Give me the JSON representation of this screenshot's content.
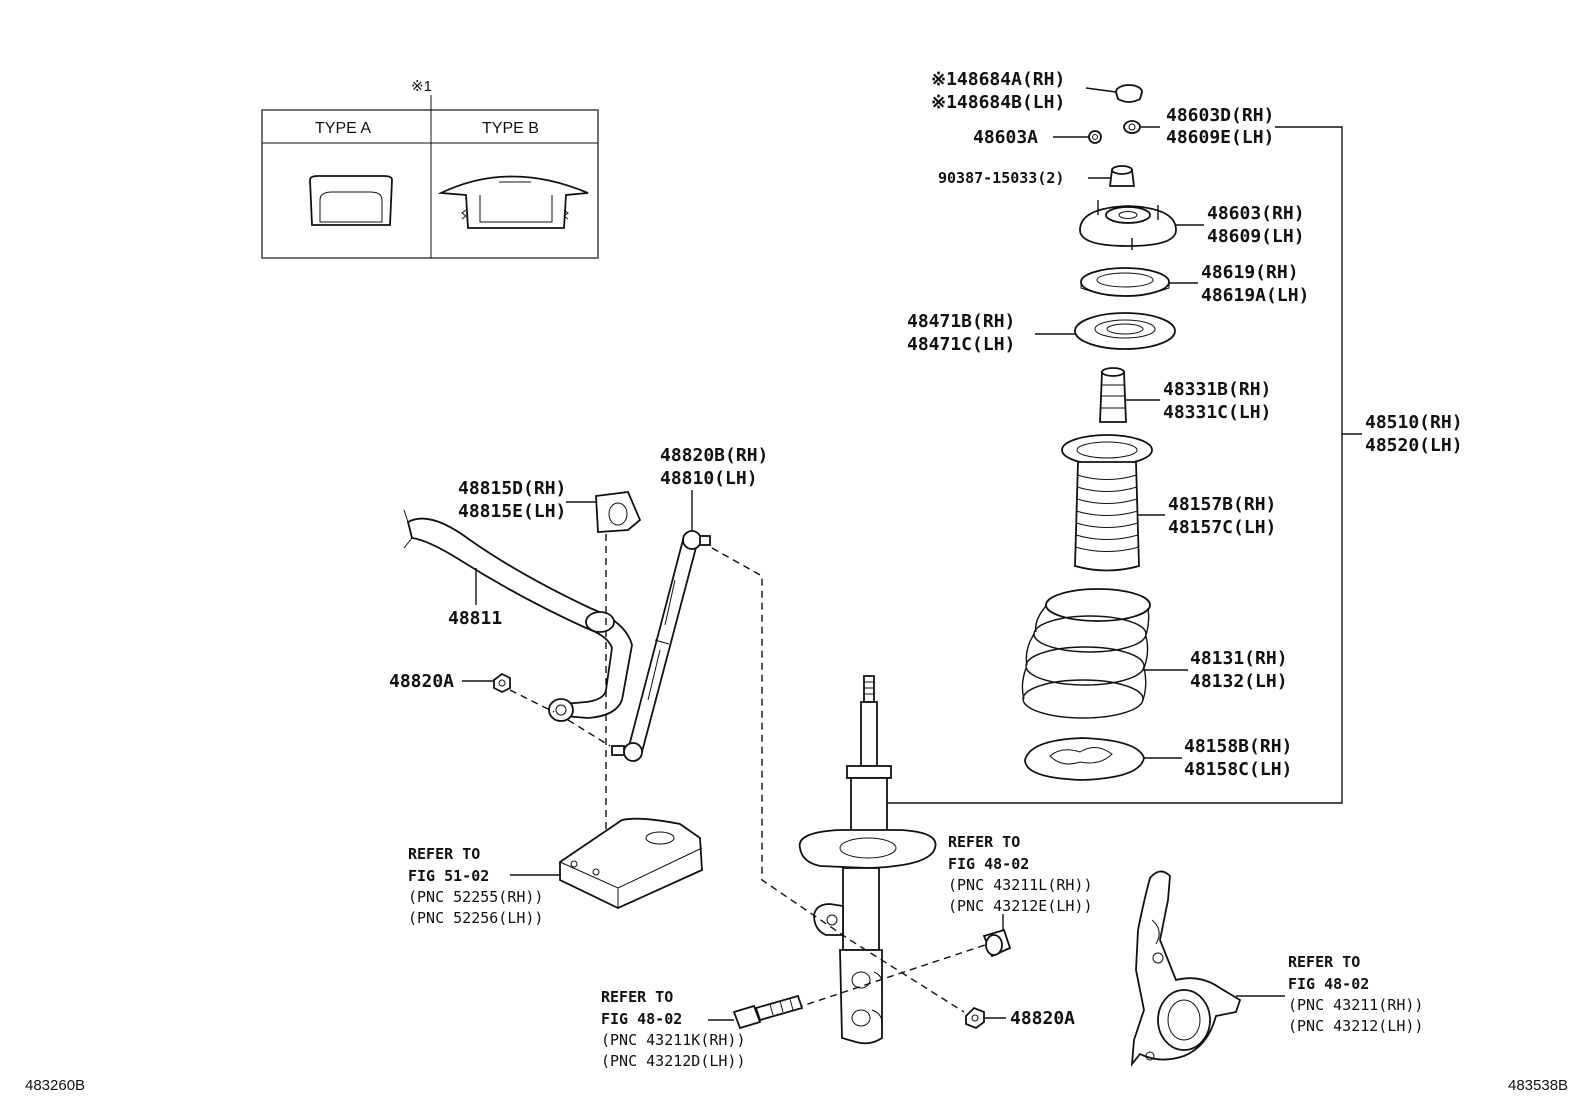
{
  "type_box": {
    "marker": "※1",
    "type_a": "TYPE A",
    "type_b": "TYPE B"
  },
  "labels": {
    "p148684a": "※148684A(RH)",
    "p148684b": "※148684B(LH)",
    "p48603a": "48603A",
    "p48603d": "48603D(RH)",
    "p48609e": "48609E(LH)",
    "p90387": "90387-15033(2)",
    "p48603": "48603(RH)",
    "p48609": "48609(LH)",
    "p48619": "48619(RH)",
    "p48619a": "48619A(LH)",
    "p48471b": "48471B(RH)",
    "p48471c": "48471C(LH)",
    "p48331b": "48331B(RH)",
    "p48331c": "48331C(LH)",
    "p48510": "48510(RH)",
    "p48520": "48520(LH)",
    "p48157b": "48157B(RH)",
    "p48157c": "48157C(LH)",
    "p48131": "48131(RH)",
    "p48132": "48132(LH)",
    "p48158b": "48158B(RH)",
    "p48158c": "48158C(LH)",
    "p48820b": "48820B(RH)",
    "p48810": "48810(LH)",
    "p48815d": "48815D(RH)",
    "p48815e": "48815E(LH)",
    "p48811": "48811",
    "p48820a_left": "48820A",
    "p48820a_bottom": "48820A"
  },
  "refers": {
    "fig51": [
      "REFER TO",
      "FIG 51-02",
      "(PNC 52255(RH))",
      "(PNC 52256(LH))"
    ],
    "fig48_mid": [
      "REFER TO",
      "FIG 48-02",
      "(PNC 43211L(RH))",
      "(PNC 43212E(LH))"
    ],
    "fig48_bolt": [
      "REFER TO",
      "FIG 48-02",
      "(PNC 43211K(RH))",
      "(PNC 43212D(LH))"
    ],
    "fig48_knuckle": [
      "REFER TO",
      "FIG 48-02",
      "(PNC 43211(RH))",
      "(PNC 43212(LH))"
    ]
  },
  "codes": {
    "left": "483260B",
    "right": "483538B"
  }
}
